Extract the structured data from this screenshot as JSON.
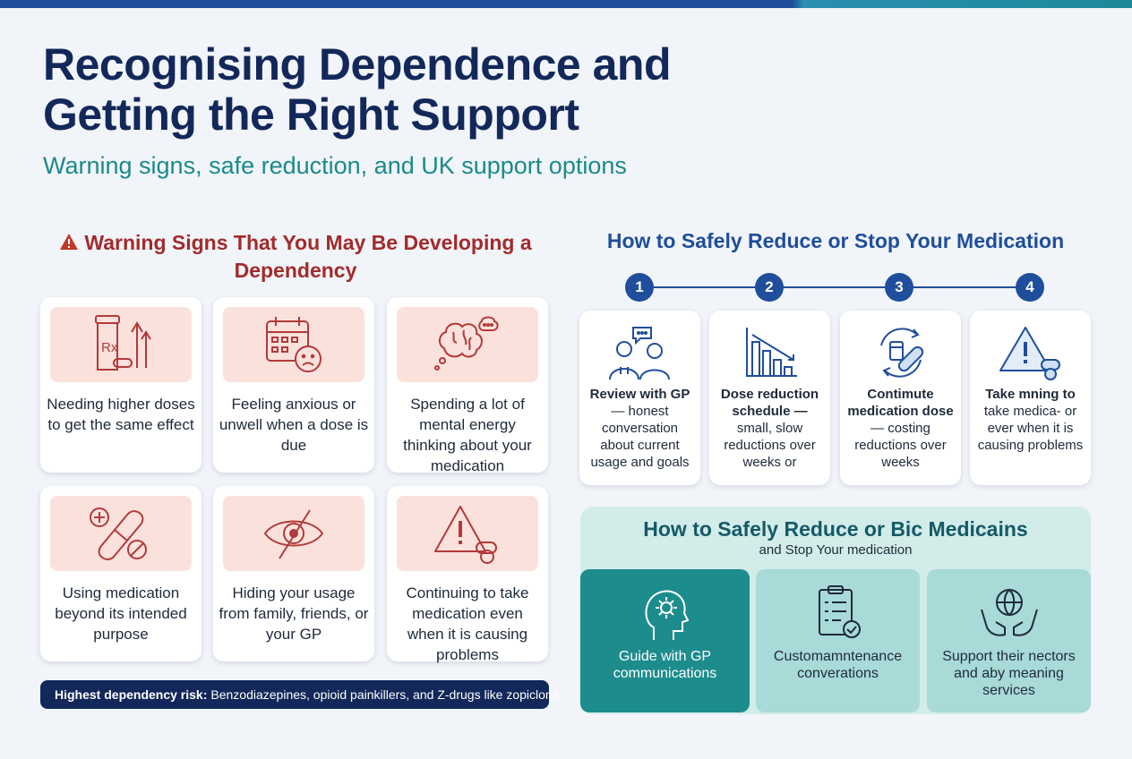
{
  "header": {
    "title": "Recognising Dependence and Getting the Right Support",
    "subtitle": "Warning signs, safe reduction, and UK support options"
  },
  "warning_signs": {
    "heading": "Warning Signs That You May Be Developing a Dependency",
    "heading_icon": "warning-triangle-icon",
    "cards": [
      {
        "icon": "pill-bottle-arrow-up-icon",
        "text": "Needing higher doses to get the same effect"
      },
      {
        "icon": "calendar-sad-face-icon",
        "text": "Feeling anxious or unwell when a dose is due"
      },
      {
        "icon": "brain-thought-icon",
        "text": "Spending a lot of mental energy thinking about your medication"
      },
      {
        "icon": "capsule-medical-icon",
        "text": "Using medication beyond its intended purpose"
      },
      {
        "icon": "eye-crossed-icon",
        "text": "Hiding your usage from family, friends, or your GP"
      },
      {
        "icon": "warning-pills-icon",
        "text": "Continuing to take medication even when it is causing problems"
      }
    ],
    "risk": {
      "label": "Highest dependency risk:",
      "text": "Benzodiazepines, opioid painkillers, and Z-drugs like zopiclone"
    }
  },
  "reduction": {
    "heading": "How to Safely Reduce or Stop Your Medication",
    "steps": [
      {
        "number": "1",
        "icon": "doctor-patient-icon",
        "bold": "Review with GP",
        "text": "— honest conversation about current usage and goals"
      },
      {
        "number": "2",
        "icon": "declining-bar-chart-icon",
        "bold": "Dose reduction schedule —",
        "text": "small, slow reductions over weeks or"
      },
      {
        "number": "3",
        "icon": "pills-cycle-icon",
        "bold": "Contimute medication dose",
        "text": "— costing reductions over weeks"
      },
      {
        "number": "4",
        "icon": "warning-pills-icon",
        "bold": "Take mning to",
        "text": "take medica- or ever when it is causing problems"
      }
    ]
  },
  "support": {
    "title": "How to Safely Reduce or Bic Medicains",
    "subtitle": "and Stop Your medication",
    "cards": [
      {
        "icon": "head-gear-icon",
        "text": "Guide with GP communications"
      },
      {
        "icon": "clipboard-check-icon",
        "text": "Customamntenance converations"
      },
      {
        "icon": "hands-globe-icon",
        "text": "Support their nectors and aby meaning services"
      }
    ]
  },
  "colors": {
    "navy": "#13285a",
    "blue": "#1f4e9c",
    "teal": "#1a8a8a",
    "red": "#a22b2b",
    "pink_tint": "#fbe1dc",
    "mint": "#d2ecea"
  }
}
